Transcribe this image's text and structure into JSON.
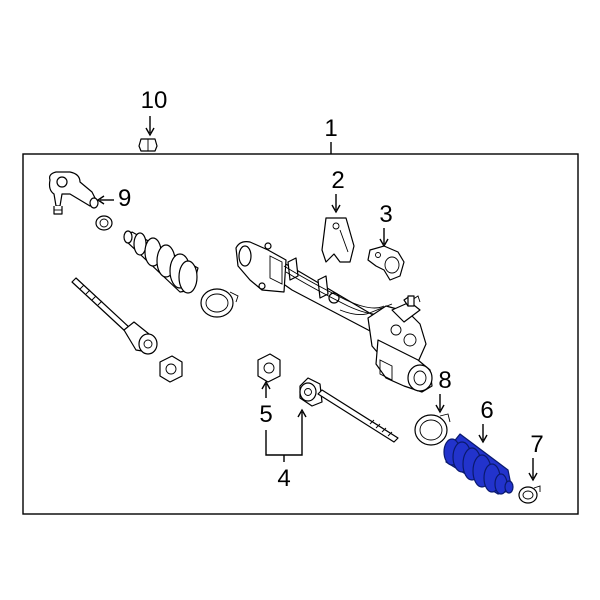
{
  "diagram": {
    "callouts": {
      "c1": "1",
      "c2": "2",
      "c3": "3",
      "c4": "4",
      "c5": "5",
      "c6": "6",
      "c7": "7",
      "c8": "8",
      "c9": "9",
      "c10": "10"
    },
    "colors": {
      "highlight_part": "#2233cc",
      "line": "#000000",
      "background": "#ffffff"
    },
    "highlighted_part": "6"
  }
}
